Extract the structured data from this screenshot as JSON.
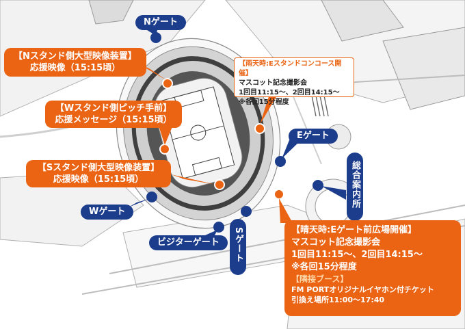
{
  "gates": {
    "n": "Nゲート",
    "e": "Eゲート",
    "w": "Wゲート",
    "s": "Sゲート",
    "visitor": "ビジターゲート",
    "info": "総合案内所"
  },
  "callouts": {
    "n_stand": {
      "title": "【Nスタンド側大型映像装置】",
      "sub": "応援映像（15:15頃）"
    },
    "w_stand": {
      "title": "【Wスタンド側ピッチ手前】",
      "sub": "応援メッセージ（15:15頃）"
    },
    "s_stand": {
      "title": "【Sスタンド側大型映像装置】",
      "sub": "応援映像（15:15頃）"
    },
    "rain": {
      "title": "【雨天時:Eスタンドコンコース開催】",
      "lines": [
        "マスコット記念撮影会",
        "1回目11:15～、2回目14:15～",
        "※各回15分程度"
      ]
    },
    "e_plaza": {
      "title": "【晴天時:Eゲート前広場開催】",
      "lines": [
        "マスコット記念撮影会",
        "1回目11:15～、2回目14:15～",
        "※各回15分程度"
      ],
      "sub_title": "【隣接ブース】",
      "sub_lines": [
        "FM PORTオリジナルイヤホン付チケット",
        "引換え場所11:00～17:40"
      ]
    }
  },
  "colors": {
    "gate": "#1c3c8c",
    "callout": "#ea6414",
    "road": "#ffffff",
    "building": "#e6e6e6",
    "outline": "#9a9a9a"
  }
}
